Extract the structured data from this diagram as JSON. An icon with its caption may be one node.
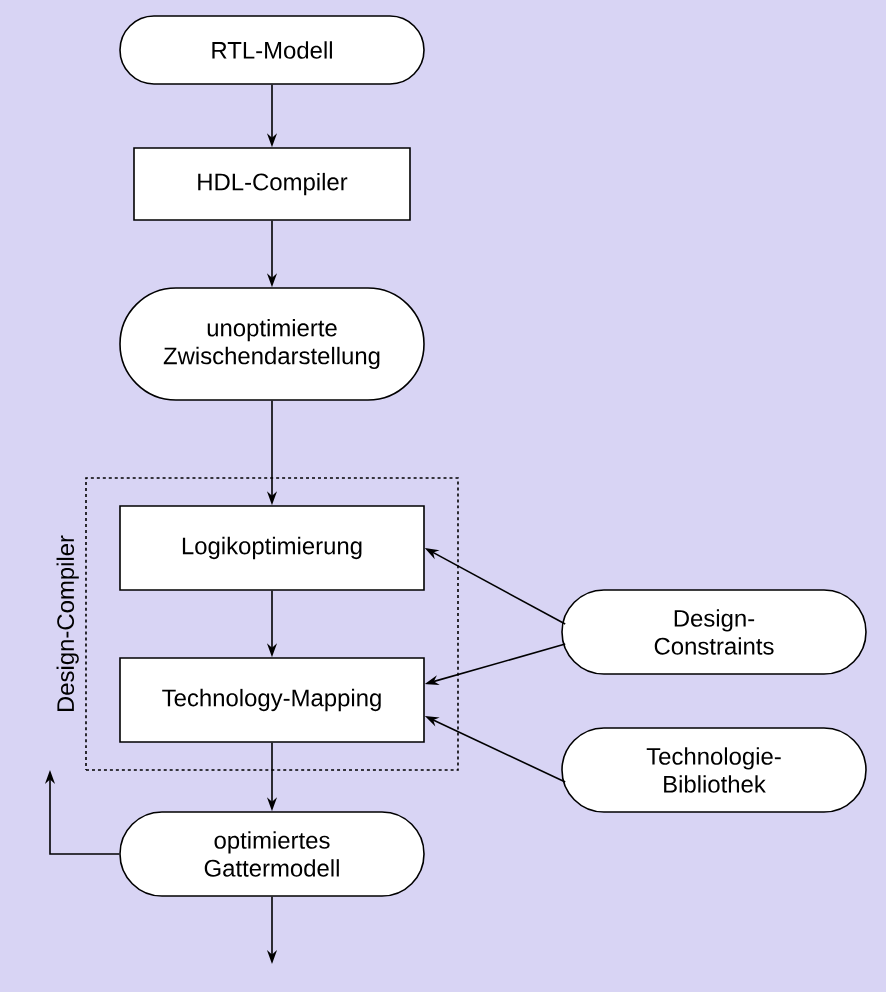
{
  "diagram": {
    "nodes": [
      {
        "text": [
          "RTL-Modell"
        ]
      },
      {
        "text": [
          "HDL-Compiler"
        ]
      },
      {
        "text": [
          "unoptimierte Zwischendarstellung"
        ]
      },
      {
        "text": [
          "Design-Compiler"
        ]
      },
      {
        "text": [
          "Logikoptimierung"
        ],
        "in": 3
      },
      {
        "text": [
          "Technology-Mapping"
        ],
        "in": 3
      },
      {
        "text": [
          "Design- Constraints"
        ]
      },
      {
        "text": [
          "Technologie- Bibliothek"
        ]
      },
      {
        "text": [
          "optimiertes Gattermodell"
        ]
      }
    ],
    "edges": [
      {
        "from": 0,
        "to": 1,
        "arrow": "to"
      },
      {
        "from": 1,
        "to": 2,
        "arrow": "to"
      },
      {
        "from": 2,
        "to": 4,
        "arrow": "to"
      },
      {
        "from": 4,
        "to": 5,
        "arrow": "to"
      },
      {
        "from": 6,
        "to": 4,
        "arrow": "to"
      },
      {
        "from": 6,
        "to": 5,
        "arrow": "to"
      },
      {
        "from": 7,
        "to": 5,
        "arrow": "to"
      },
      {
        "from": 5,
        "to": 8,
        "arrow": "to"
      },
      {
        "from": 8,
        "to": null,
        "arrow": "to"
      },
      {
        "from": 8,
        "to": null,
        "arrow": "to"
      }
    ]
  }
}
